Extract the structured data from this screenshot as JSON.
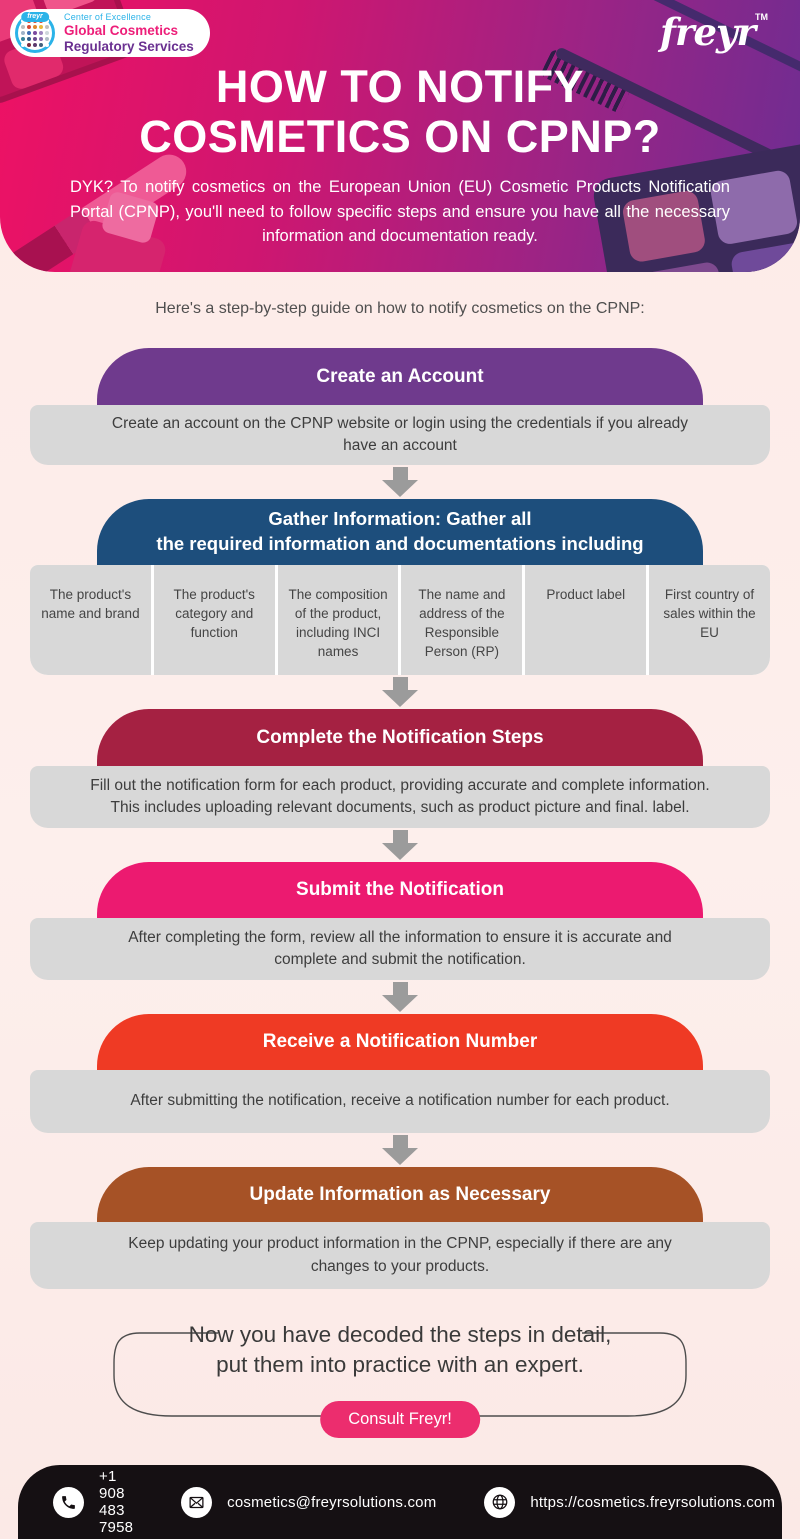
{
  "badge": {
    "mini_logo": "freyr",
    "line1": "Center of Excellence",
    "line2": "Global Cosmetics",
    "line3": "Regulatory Services",
    "dot_colors": [
      "#ffffff",
      "#d84a35",
      "#d84a35",
      "#d84a35",
      "#ffffff",
      "#bdbdbd",
      "#d84a35",
      "#e0872f",
      "#e9b83c",
      "#bfbfbf",
      "#9fb3c8",
      "#3f6fb5",
      "#7a4a9f",
      "#9f86c0",
      "#cfd8dc",
      "#37839b",
      "#2f5f8a",
      "#6a4a8f",
      "#8a6fae",
      "#b0bec5",
      "#ffffff",
      "#7d2c3f",
      "#5d3a6e",
      "#43617d",
      "#ffffff"
    ]
  },
  "brand": {
    "wordmark": "freyr",
    "tm": "TM"
  },
  "hero": {
    "title_line1": "HOW TO NOTIFY",
    "title_line2": "COSMETICS ON CPNP?",
    "description": "DYK? To notify cosmetics on the European Union (EU) Cosmetic Products Notification Portal (CPNP), you'll need to follow specific steps and ensure you have all the necessary information and documentation ready.",
    "gradient_left": "#ee1164",
    "gradient_right": "#6e2d92"
  },
  "intro": "Here's a step-by-step guide on how to notify cosmetics on the CPNP:",
  "steps": [
    {
      "title": "Create an Account",
      "color": "#6f3a8d",
      "body": "Create an account on the CPNP website or login using the credentials if you already have an account"
    },
    {
      "title_line1": "Gather Information: Gather all",
      "title_line2": "the required information and documentations including",
      "color": "#1d4e7c",
      "items": [
        "The product's name and brand",
        "The product's category and function",
        "The composition of the product, including INCI names",
        "The name and address of the Responsible Person (RP)",
        "Product label",
        "First country of sales within the EU"
      ]
    },
    {
      "title": "Complete the Notification Steps",
      "color": "#a52142",
      "body": "Fill out the notification form for each product, providing accurate and complete information. This includes uploading relevant documents, such as product picture and final. label."
    },
    {
      "title": "Submit the Notification",
      "color": "#ec1a70",
      "body": "After completing the form, review all the information to ensure it is accurate and complete and submit the notification."
    },
    {
      "title": "Receive a Notification Number",
      "color": "#ef3a24",
      "body": "After submitting the notification, receive a notification number for each product."
    },
    {
      "title": "Update Information as Necessary",
      "color": "#a65226",
      "body": "Keep updating your product information in the CPNP, especially if there are any changes to your products."
    }
  ],
  "cta": {
    "line1": "Now you have decoded the steps in detail,",
    "line2": "put them into practice with an expert.",
    "button": "Consult Freyr!",
    "button_color": "#ec2d6e"
  },
  "footer": {
    "bg": "#151013",
    "phone": "+1 908 483 7958",
    "email": "cosmetics@freyrsolutions.com",
    "website": "https://cosmetics.freyrsolutions.com"
  }
}
